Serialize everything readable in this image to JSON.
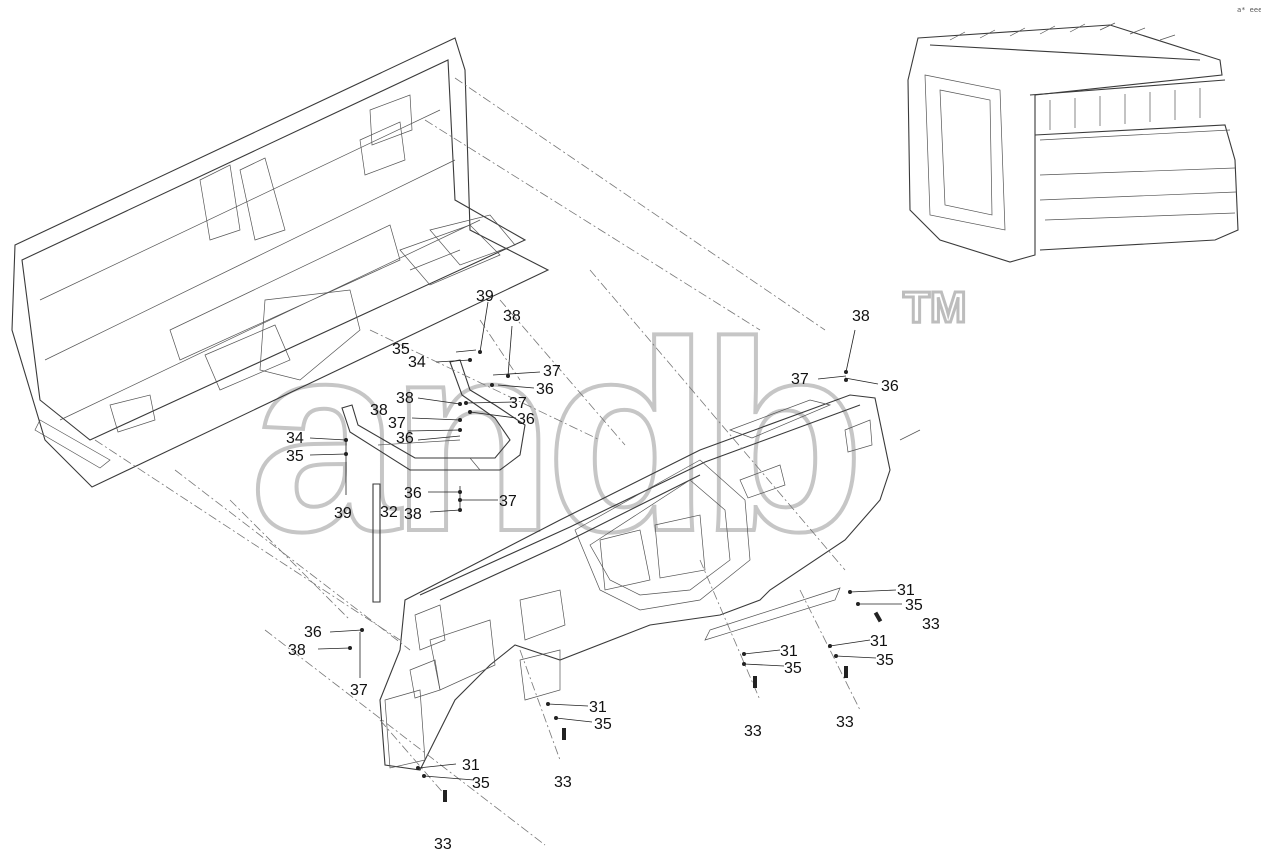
{
  "corner_code": "a* eee",
  "watermark": {
    "text": "andb",
    "trademark": "TM"
  },
  "callouts": [
    {
      "id": "c39a",
      "text": "39"
    },
    {
      "id": "c38a",
      "text": "38"
    },
    {
      "id": "c35a",
      "text": "35"
    },
    {
      "id": "c34a",
      "text": "34"
    },
    {
      "id": "c37a",
      "text": "37"
    },
    {
      "id": "c36a",
      "text": "36"
    },
    {
      "id": "c38b",
      "text": "38"
    },
    {
      "id": "c37b",
      "text": "37"
    },
    {
      "id": "c38c",
      "text": "38"
    },
    {
      "id": "c36b",
      "text": "36"
    },
    {
      "id": "c37c",
      "text": "37"
    },
    {
      "id": "c36c",
      "text": "36"
    },
    {
      "id": "c34b",
      "text": "34"
    },
    {
      "id": "c35b",
      "text": "35"
    },
    {
      "id": "c39b",
      "text": "39"
    },
    {
      "id": "c32",
      "text": "32"
    },
    {
      "id": "c36d",
      "text": "36"
    },
    {
      "id": "c37d",
      "text": "37"
    },
    {
      "id": "c38d",
      "text": "38"
    },
    {
      "id": "c38e",
      "text": "38"
    },
    {
      "id": "c37e",
      "text": "37"
    },
    {
      "id": "c36e",
      "text": "36"
    },
    {
      "id": "c31a",
      "text": "31"
    },
    {
      "id": "c35c",
      "text": "35"
    },
    {
      "id": "c33a",
      "text": "33"
    },
    {
      "id": "c31b",
      "text": "31"
    },
    {
      "id": "c35d",
      "text": "35"
    },
    {
      "id": "c33b",
      "text": "33"
    },
    {
      "id": "c31c",
      "text": "31"
    },
    {
      "id": "c35e",
      "text": "35"
    },
    {
      "id": "c33c",
      "text": "33"
    },
    {
      "id": "c36f",
      "text": "36"
    },
    {
      "id": "c38f",
      "text": "38"
    },
    {
      "id": "c37f",
      "text": "37"
    },
    {
      "id": "c31d",
      "text": "31"
    },
    {
      "id": "c35f",
      "text": "35"
    },
    {
      "id": "c33d",
      "text": "33"
    },
    {
      "id": "c31e",
      "text": "31"
    },
    {
      "id": "c35g",
      "text": "35"
    },
    {
      "id": "c33e",
      "text": "33"
    }
  ]
}
